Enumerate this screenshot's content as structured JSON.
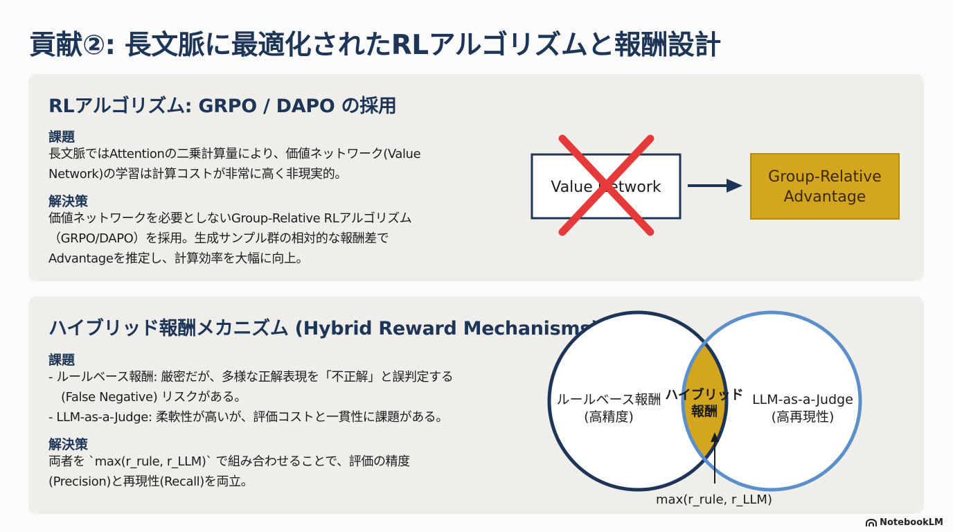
{
  "slide": {
    "title": "貢献②: 長文脈に最適化されたRLアルゴリズムと報酬設計"
  },
  "rl_section": {
    "heading": "RLアルゴリズム: GRPO / DAPO の採用",
    "issue_label": "課題",
    "issue_lines": [
      "長文脈ではAttentionの二乗計算量により、価値ネットワーク(Value",
      "Network)の学習は計算コストが非常に高く非現実的。"
    ],
    "solution_label": "解決策",
    "solution_lines": [
      "価値ネットワークを必要としないGroup-Relative RLアルゴリズム",
      "（GRPO/DAPO）を採用。生成サンプル群の相対的な報酬差で",
      "Advantageを推定し、計算効率を大幅に向上。"
    ],
    "diagram": {
      "crossed_box_label": "Value Network",
      "target_box_label_line1": "Group-Relative",
      "target_box_label_line2": "Advantage",
      "cross_color": "#e63a3a",
      "box_border_color": "#1d3557",
      "target_fill": "#d4a51e"
    }
  },
  "hybrid_section": {
    "heading": "ハイブリッド報酬メカニズム (Hybrid Reward Mechanisms)",
    "issue_label": "課題",
    "issue_lines": [
      "- ルールベース報酬: 厳密だが、多様な正解表現を「不正解」と誤判定する",
      "(False Negative) リスクがある。",
      "- LLM-as-a-Judge: 柔軟性が高いが、評価コストと一貫性に課題がある。"
    ],
    "solution_label": "解決策",
    "solution_lines": [
      "両者を `max(r_rule, r_LLM)` で組み合わせることで、評価の精度",
      "(Precision)と再現性(Recall)を両立。"
    ],
    "venn": {
      "left_line1": "ルールベース報酬",
      "left_line2": "(高精度)",
      "center_line1": "ハイブリッド",
      "center_line2": "報酬",
      "right_line1": "LLM-as-a-Judge",
      "right_line2": "(高再現性)",
      "formula": "max(r_rule, r_LLM)",
      "left_color": "#1d3557",
      "right_color": "#5b8fc9",
      "overlap_fill": "#d4a51e"
    }
  },
  "footer": {
    "brand": "NotebookLM"
  }
}
